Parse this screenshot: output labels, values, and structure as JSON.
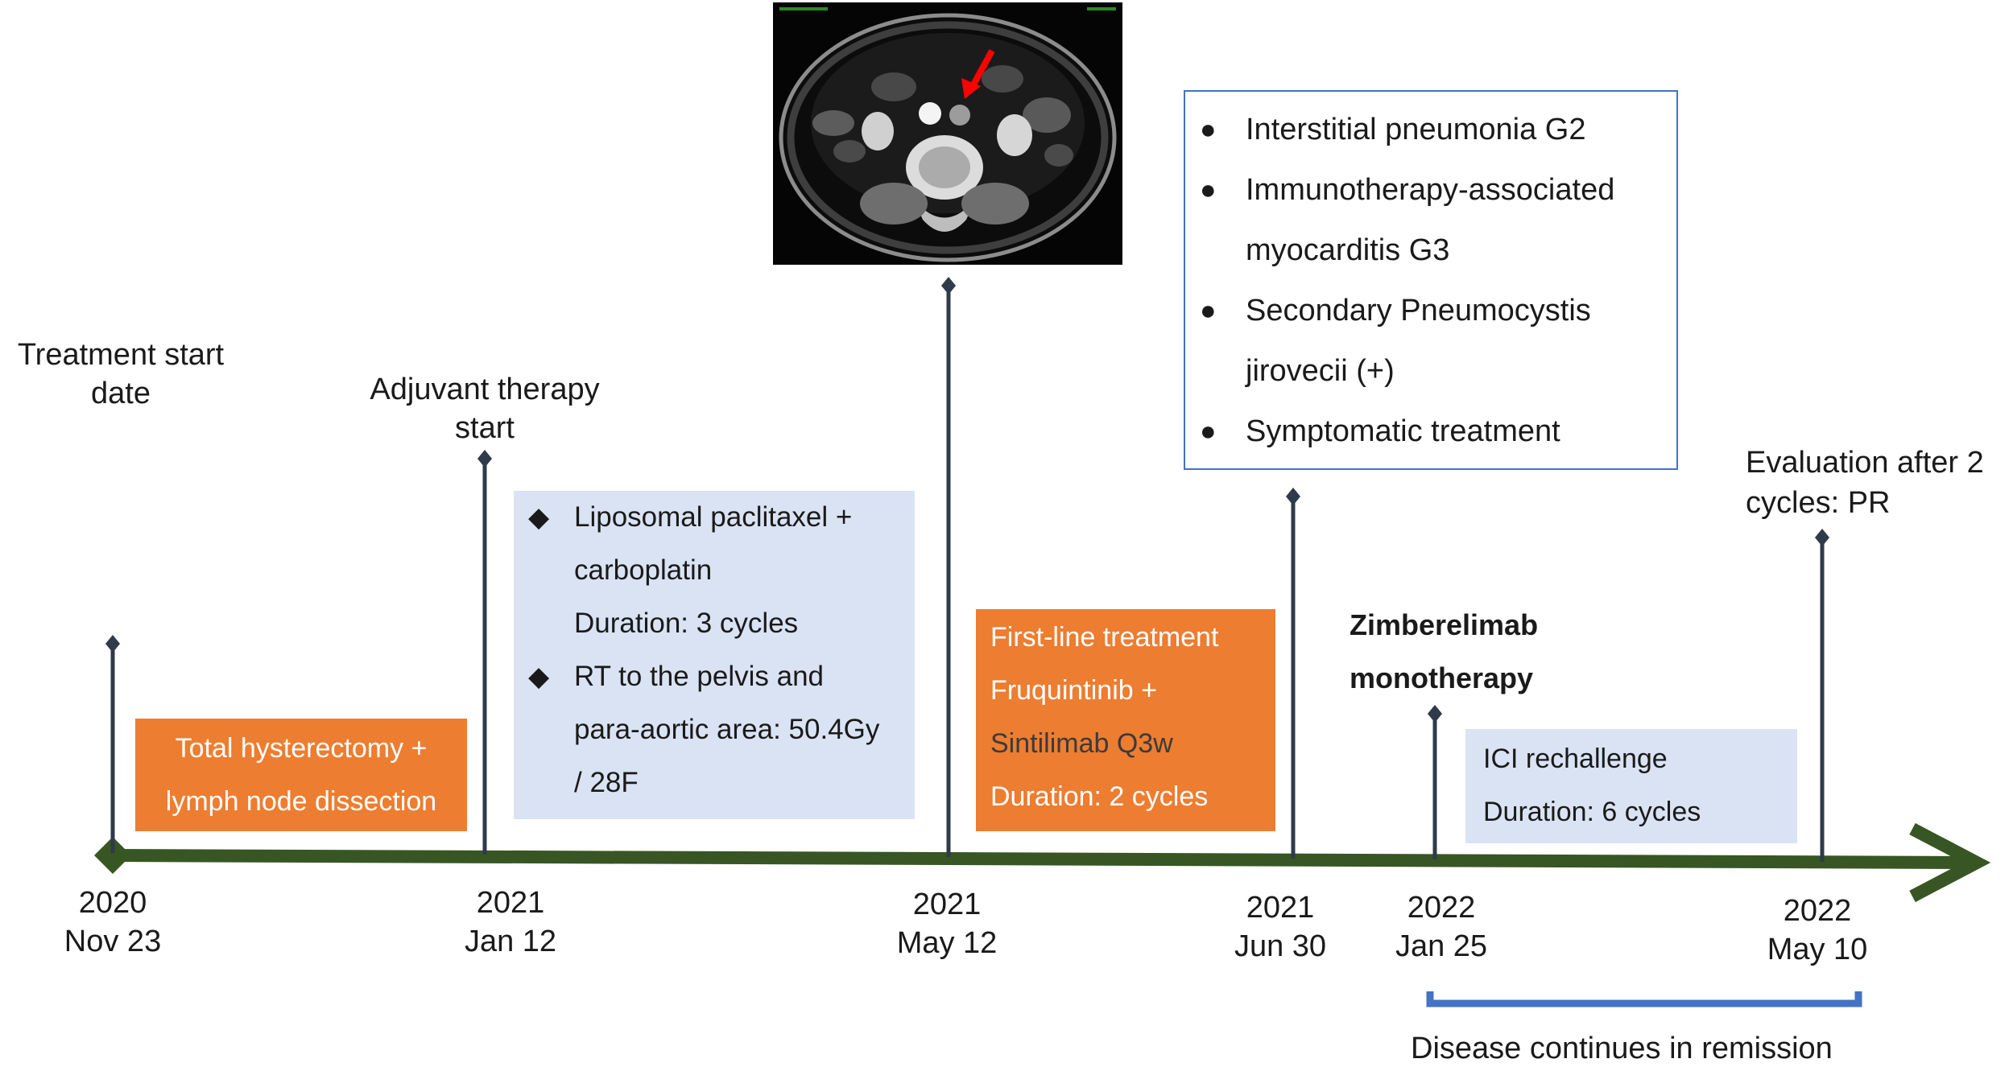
{
  "colors": {
    "axis": "#375623",
    "stem": "#2f3a4a",
    "orange_box": "#ed7d31",
    "blue_box": "#dae3f3",
    "outline_box": "#4472c4",
    "bracket": "#4472c4",
    "ct_arrow": "#ff0000"
  },
  "events": [
    {
      "year": "2020",
      "date": "Nov 23",
      "label": [
        "Treatment  start",
        "date"
      ]
    },
    {
      "year": "2021",
      "date": "Jan 12",
      "label": [
        "Adjuvant  therapy",
        "start"
      ]
    },
    {
      "year": "2021",
      "date": "May 12"
    },
    {
      "year": "2021",
      "date": "Jun 30"
    },
    {
      "year": "2022",
      "date": "Jan 25",
      "label": [
        "Zimberelimab",
        "monotherapy"
      ]
    },
    {
      "year": "2022",
      "date": "May 10",
      "label": [
        "Evaluation after 2",
        "cycles: PR"
      ]
    }
  ],
  "boxes": {
    "surgery": [
      "Total hysterectomy +",
      "lymph node dissection"
    ],
    "adjuvant": {
      "bullet": "◆",
      "items": [
        {
          "lines": [
            "Liposomal paclitaxel +",
            "carboplatin",
            "Duration: 3 cycles"
          ]
        },
        {
          "lines": [
            "RT to the pelvis and",
            "para-aortic area: 50.4Gy",
            "/ 28F"
          ]
        }
      ]
    },
    "first_line": {
      "lines": [
        "First-line treatment",
        "Fruquintinib +"
      ],
      "highlight": "Sintilimab Q3w",
      "duration": "Duration:  2 cycles"
    },
    "adverse": {
      "bullet": "●",
      "items": [
        {
          "lines": [
            "Interstitial pneumonia  G2"
          ]
        },
        {
          "lines": [
            "Immunotherapy-associated",
            "myocarditis G3"
          ]
        },
        {
          "lines": [
            "Secondary  Pneumocystis",
            "jirovecii (+)"
          ]
        },
        {
          "lines": [
            "Symptomatic  treatment"
          ]
        }
      ]
    },
    "rechallenge": [
      "ICI rechallenge",
      "Duration:  6 cycles"
    ]
  },
  "remission": "Disease continues in remission"
}
